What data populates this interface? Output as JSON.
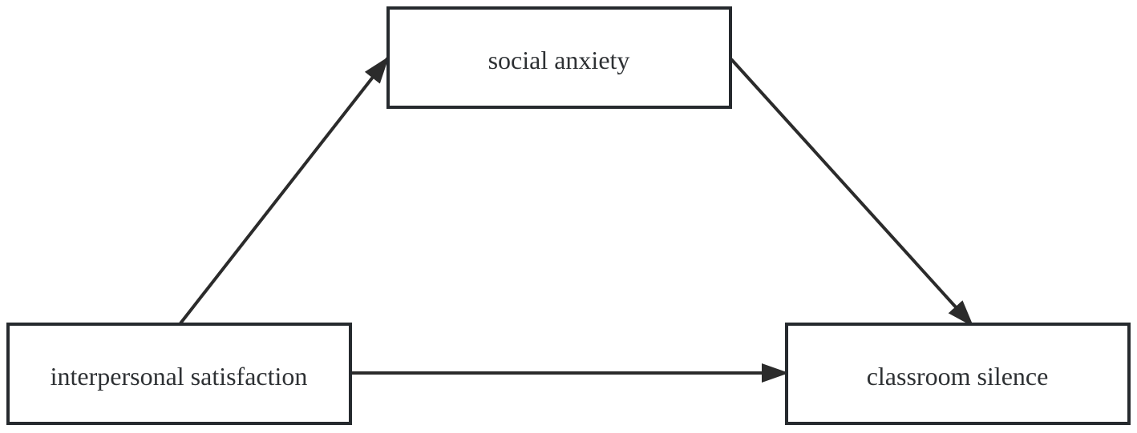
{
  "diagram": {
    "nodes": {
      "mediator": {
        "label": "social anxiety"
      },
      "predictor": {
        "label": "interpersonal satisfaction"
      },
      "outcome": {
        "label": "classroom silence"
      }
    },
    "edges": [
      {
        "from": "predictor",
        "to": "mediator"
      },
      {
        "from": "mediator",
        "to": "outcome"
      },
      {
        "from": "predictor",
        "to": "outcome"
      }
    ],
    "colors": {
      "box_stroke": "#262a2e",
      "arrow": "#2b2b2b",
      "text": "#2e3134",
      "background": "#ffffff"
    }
  }
}
